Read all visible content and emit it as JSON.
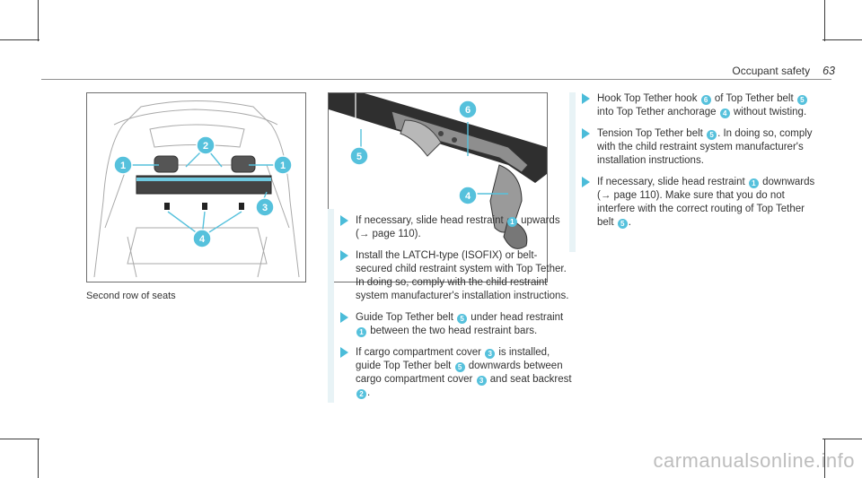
{
  "header": {
    "section": "Occupant safety",
    "page_number": "63"
  },
  "figure_left": {
    "caption": "Second row of seats",
    "callouts": [
      "1",
      "2",
      "1",
      "3",
      "4"
    ]
  },
  "figure_right": {
    "callouts": [
      "6",
      "5",
      "4"
    ]
  },
  "colors": {
    "accent": "#56c1dc",
    "arrow": "#4bbcd9",
    "column_bar": "#e8f3f6"
  },
  "col1": {
    "steps": [
      {
        "parts": [
          {
            "t": "If necessary, slide head restraint "
          },
          {
            "b": "1"
          },
          {
            "t": " upwards ("
          },
          {
            "t": "→"
          },
          {
            "t": " page 110)."
          }
        ]
      },
      {
        "parts": [
          {
            "t": "Install the LATCH-type (ISOFIX) or belt-secured child restraint system with Top Tether. In doing so, comply with the child restraint system manufacturer's installation instructions."
          }
        ]
      },
      {
        "parts": [
          {
            "t": "Guide Top Tether belt "
          },
          {
            "b": "5"
          },
          {
            "t": " under head restraint "
          },
          {
            "b": "1"
          },
          {
            "t": " between the two head restraint bars."
          }
        ]
      },
      {
        "parts": [
          {
            "t": "If cargo compartment cover "
          },
          {
            "b": "3"
          },
          {
            "t": " is installed, guide Top Tether belt "
          },
          {
            "b": "5"
          },
          {
            "t": " downwards between cargo compartment cover "
          },
          {
            "b": "3"
          },
          {
            "t": " and seat backrest "
          },
          {
            "b": "2"
          },
          {
            "t": "."
          }
        ]
      }
    ]
  },
  "col2": {
    "steps": [
      {
        "parts": [
          {
            "t": "Hook Top Tether hook "
          },
          {
            "b": "6"
          },
          {
            "t": " of Top Tether belt "
          },
          {
            "b": "5"
          },
          {
            "t": " into Top Tether anchorage "
          },
          {
            "b": "4"
          },
          {
            "t": " without twisting."
          }
        ]
      },
      {
        "parts": [
          {
            "t": "Tension Top Tether belt "
          },
          {
            "b": "5"
          },
          {
            "t": ". In doing so, comply with the child restraint system manufacturer's installation instructions."
          }
        ]
      },
      {
        "parts": [
          {
            "t": "If necessary, slide head restraint "
          },
          {
            "b": "1"
          },
          {
            "t": " downwards ("
          },
          {
            "t": "→"
          },
          {
            "t": " page 110). Make sure that you do not interfere with the correct routing of Top Tether belt "
          },
          {
            "b": "5"
          },
          {
            "t": "."
          }
        ]
      }
    ]
  },
  "watermark": "carmanualsonline.info"
}
